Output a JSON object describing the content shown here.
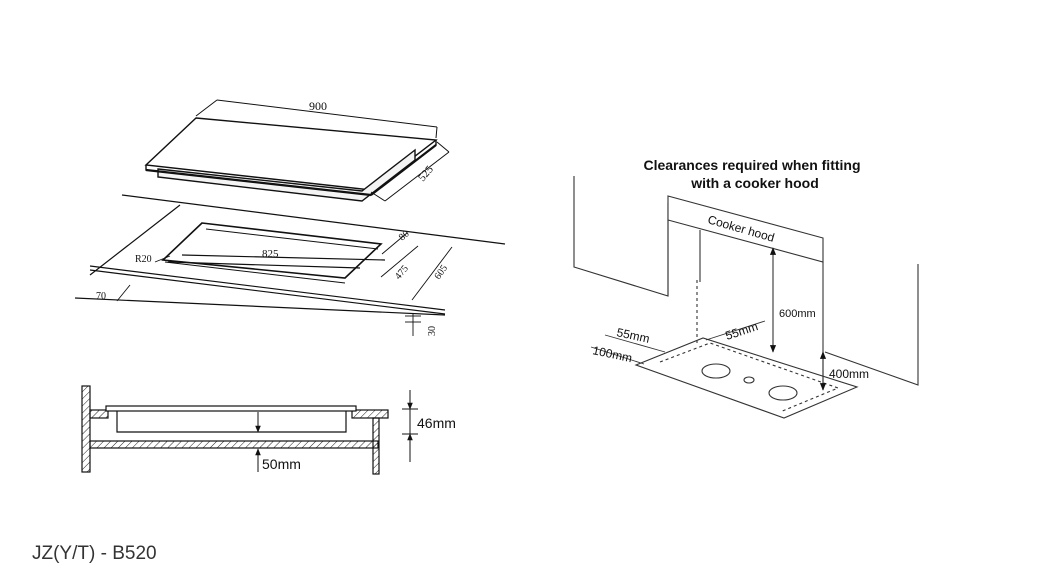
{
  "model_code": "JZ(Y/T) - B520",
  "hob_view": {
    "width_label": "900",
    "depth_label": "525"
  },
  "cutout_view": {
    "radius_label": "R20",
    "cutout_width_label": "825",
    "cutout_depth_label": "475",
    "margin_top_label": "80",
    "worktop_depth_label": "605",
    "front_margin_label": "70",
    "worktop_thickness_label": "30"
  },
  "section_view": {
    "height_label": "46mm",
    "gap_label": "50mm"
  },
  "hood_view": {
    "title_line1": "Clearances required when fitting",
    "title_line2": "with a cooker hood",
    "hood_label": "Cooker hood",
    "vertical_clearance_label": "600mm",
    "side_clearance_label": "400mm",
    "rear_clearance_label": "55mm",
    "side_gap_label": "55mm",
    "front_clearance_label": "100mm"
  }
}
